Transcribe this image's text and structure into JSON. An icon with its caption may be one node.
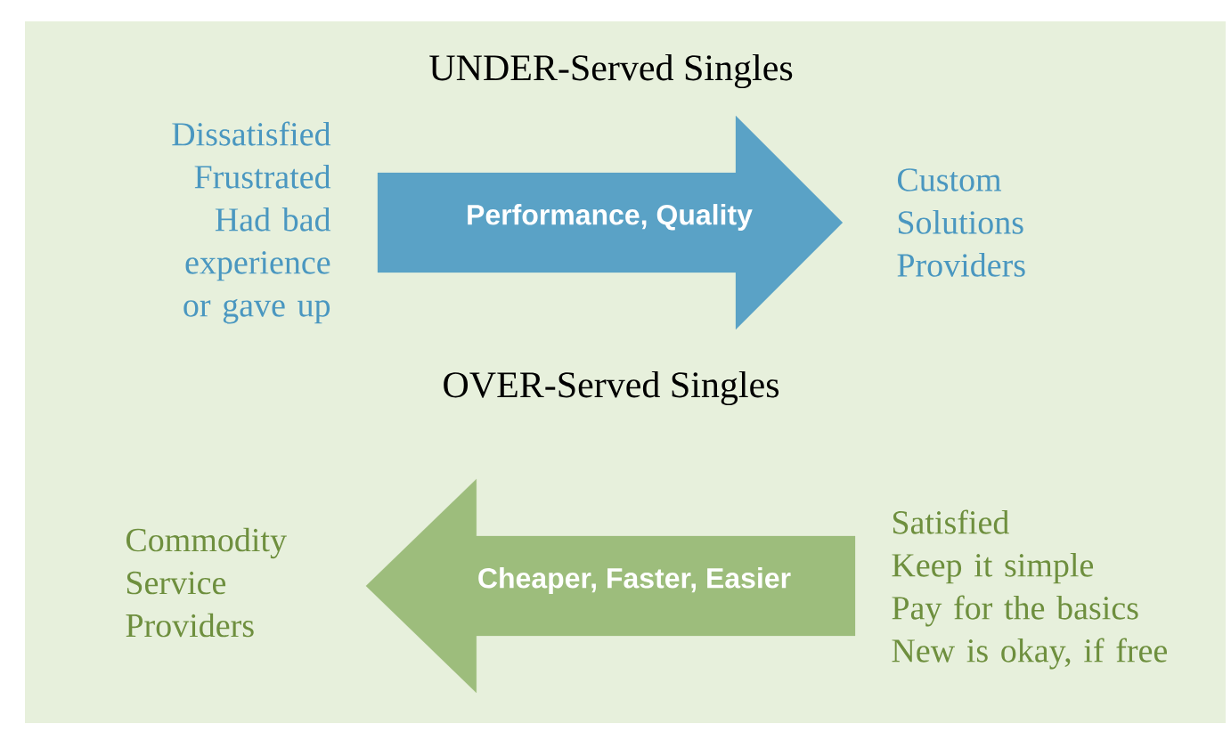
{
  "diagram": {
    "nodes": [
      {
        "text": [
          "Dissatisfied",
          "Frustrated",
          "Had bad experience or gave up"
        ]
      },
      {
        "text": [
          "Custom Solutions Providers"
        ]
      },
      {
        "text": [
          "Commodity Service Providers"
        ]
      },
      {
        "text": [
          "Satisfied",
          "Keep it simple",
          "Pay for the basics",
          "New is okay, if free"
        ]
      }
    ],
    "edges": [
      {
        "from": 0,
        "to": 1,
        "arrow": "to",
        "label": "Performance, Quality",
        "color": "#5aa2c6"
      },
      {
        "from": 3,
        "to": 2,
        "arrow": "to",
        "label": "Cheaper, Faster, Easier",
        "color": "#9dbd7c"
      }
    ],
    "labels": [
      "UNDER-Served Singles",
      "OVER-Served Singles"
    ]
  }
}
